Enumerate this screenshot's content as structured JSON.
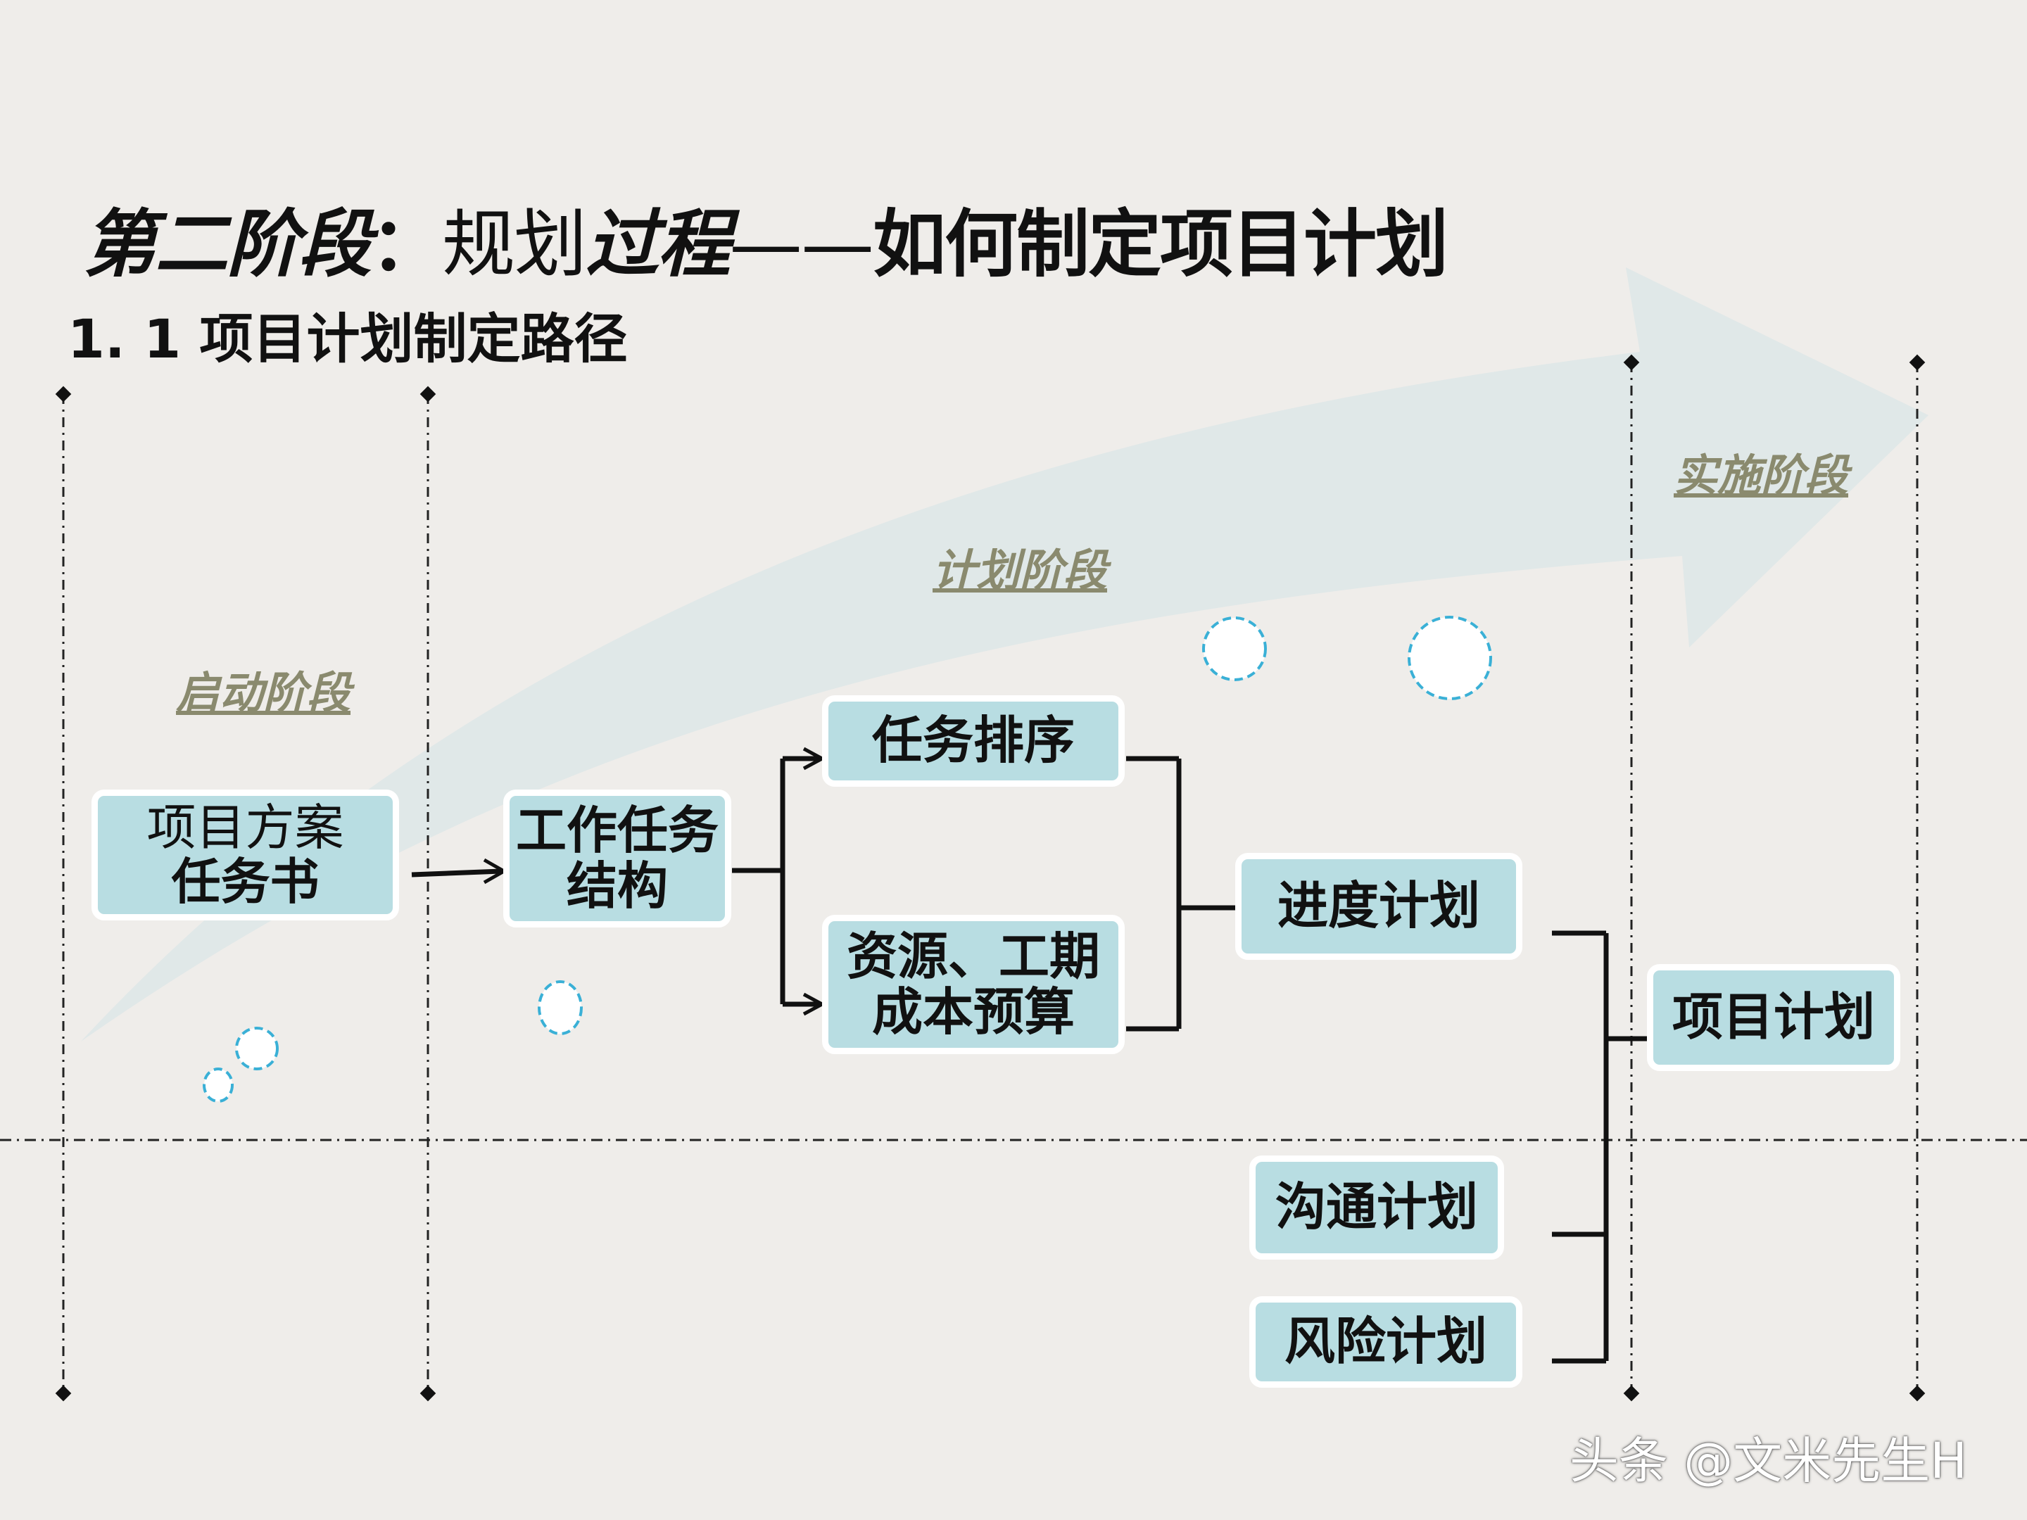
{
  "title": {
    "part1": "第二阶段",
    "colon": "：",
    "part2": "规划",
    "part3": "过程",
    "dash": "——",
    "part4": "如何制定项目计划"
  },
  "subtitle": "1. 1 项目计划制定路径",
  "phases": {
    "start": "启动阶段",
    "plan": "计划阶段",
    "implement": "实施阶段"
  },
  "boxes": {
    "proposal": {
      "line1": "项目方案",
      "line2": "任务书"
    },
    "wbs": {
      "line1": "工作任务",
      "line2": "结构"
    },
    "sequencing": {
      "line1": "任务排序"
    },
    "resources": {
      "line1": "资源、工期",
      "line2": "成本预算"
    },
    "schedule": {
      "line1": "进度计划"
    },
    "communication": {
      "line1": "沟通计划"
    },
    "risk": {
      "line1": "风险计划"
    },
    "project_plan": {
      "line1": "项目计划"
    }
  },
  "watermark": "头条 @文米先生H",
  "colors": {
    "background": "#efedea",
    "box_fill": "#b8dde2",
    "box_border": "#ffffff",
    "phase_text": "#8a8a6e",
    "arrow_band": "#dde6e8",
    "bubble_stroke": "#3ab0d6"
  }
}
